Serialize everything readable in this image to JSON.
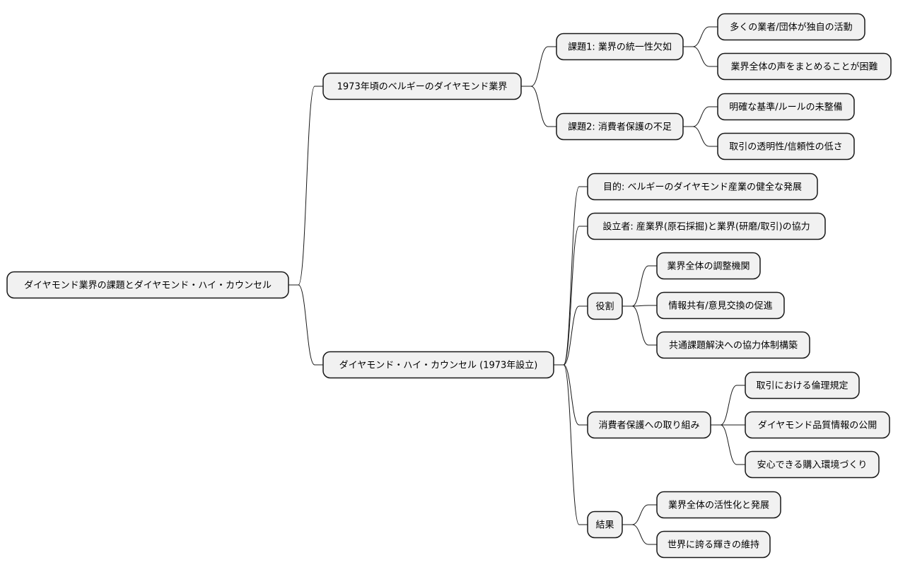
{
  "root": {
    "label": "ダイヤモンド業界の課題とダイヤモンド・ハイ・カウンセル",
    "children": [
      {
        "label": "1973年頃のベルギーのダイヤモンド業界",
        "children": [
          {
            "label": "課題1: 業界の統一性欠如",
            "children": [
              {
                "label": "多くの業者/団体が独自の活動"
              },
              {
                "label": "業界全体の声をまとめることが困難"
              }
            ]
          },
          {
            "label": "課題2: 消費者保護の不足",
            "children": [
              {
                "label": "明確な基準/ルールの未整備"
              },
              {
                "label": "取引の透明性/信頼性の低さ"
              }
            ]
          }
        ]
      },
      {
        "label": "ダイヤモンド・ハイ・カウンセル (1973年設立)",
        "children": [
          {
            "label": "目的: ベルギーのダイヤモンド産業の健全な発展"
          },
          {
            "label": "設立者: 産業界(原石採掘)と業界(研磨/取引)の協力"
          },
          {
            "label": "役割",
            "children": [
              {
                "label": "業界全体の調整機関"
              },
              {
                "label": "情報共有/意見交換の促進"
              },
              {
                "label": "共通課題解決への協力体制構築"
              }
            ]
          },
          {
            "label": "消費者保護への取り組み",
            "children": [
              {
                "label": "取引における倫理規定"
              },
              {
                "label": "ダイヤモンド品質情報の公開"
              },
              {
                "label": "安心できる購入環境づくり"
              }
            ]
          },
          {
            "label": "結果",
            "children": [
              {
                "label": "業界全体の活性化と発展"
              },
              {
                "label": "世界に誇る輝きの維持"
              }
            ]
          }
        ]
      }
    ]
  }
}
